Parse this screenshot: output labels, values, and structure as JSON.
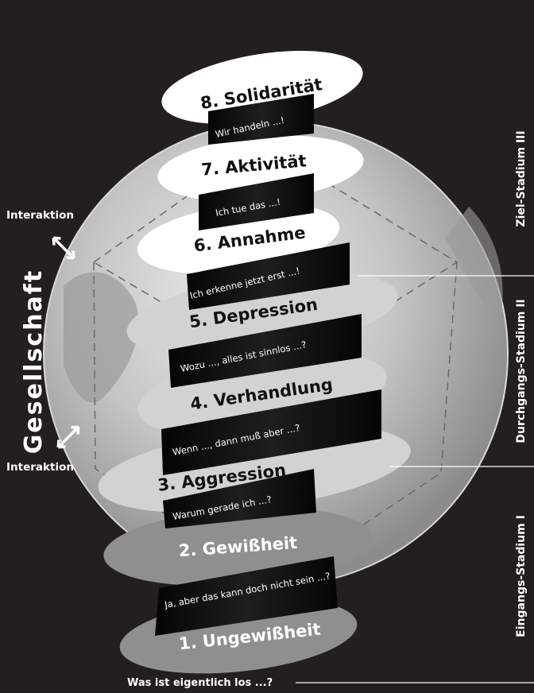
{
  "society": {
    "label": "Gesellschaft",
    "interaction_top": "Interaktion",
    "interaction_bottom": "Interaktion"
  },
  "phases": [
    {
      "number": 1,
      "title": "1. Ungewißheit",
      "quote": "Was ist eigentlich los ...?"
    },
    {
      "number": 2,
      "title": "2. Gewißheit",
      "quote": "Ja, aber das kann doch nicht sein ...?"
    },
    {
      "number": 3,
      "title": "3. Aggression",
      "quote": "Warum gerade ich ...?"
    },
    {
      "number": 4,
      "title": "4. Verhandlung",
      "quote": "Wenn ..., dann muß aber ...?"
    },
    {
      "number": 5,
      "title": "5. Depression",
      "quote": "Wozu ..., alles ist sinnlos ...?"
    },
    {
      "number": 6,
      "title": "6. Annahme",
      "quote": "Ich erkenne jetzt erst ...!"
    },
    {
      "number": 7,
      "title": "7. Aktivität",
      "quote": "Ich tue das ...!"
    },
    {
      "number": 8,
      "title": "8. Solidarität",
      "quote": "Wir handeln ...!"
    }
  ],
  "stadia": [
    {
      "label": "Eingangs-Stadium I"
    },
    {
      "label": "Durchgangs-Stadium II"
    },
    {
      "label": "Ziel-Stadium III"
    }
  ],
  "colors": {
    "background": "#231f20",
    "sphere": "#b9b9b9",
    "ring_light": "#ffffff",
    "ring_mid": "#d2d2d2",
    "ring_dark": "#8f8f8f",
    "band": "#111111"
  }
}
